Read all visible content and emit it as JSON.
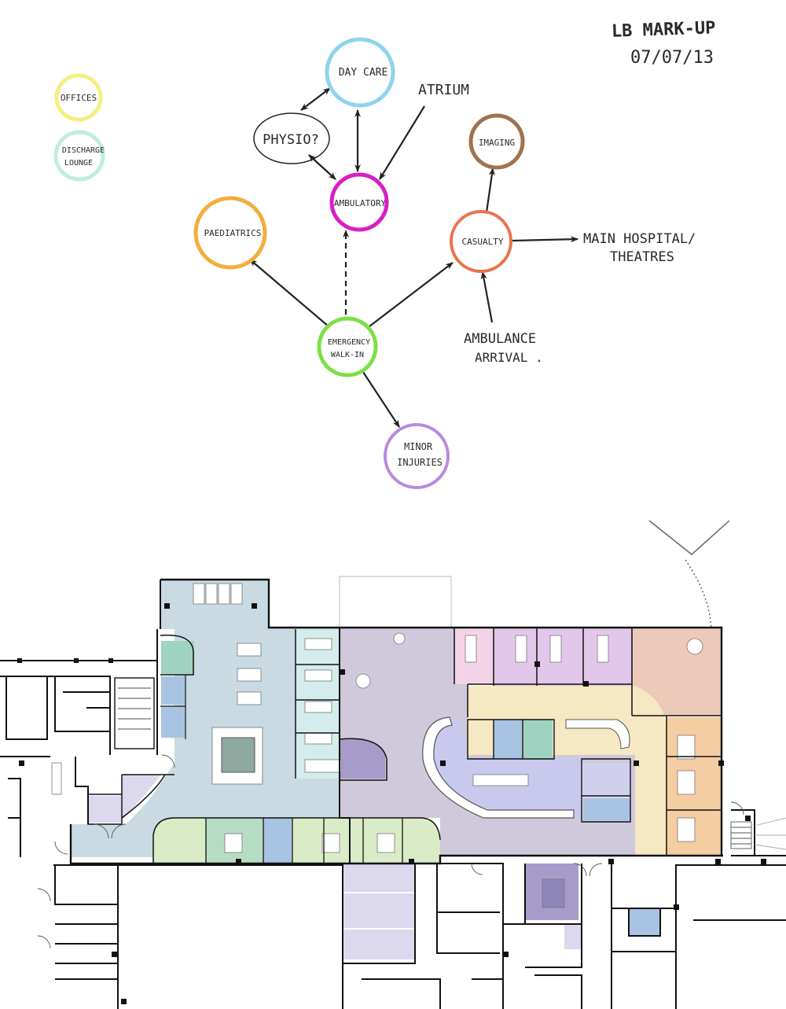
{
  "markup": {
    "title": "LB MARK-UP",
    "date": "07/07/13"
  },
  "legend": [
    {
      "id": "offices",
      "lines": [
        "OFFICES"
      ],
      "color": "#f3ef86"
    },
    {
      "id": "discharge",
      "lines": [
        "DISCHARGE",
        "LOUNGE"
      ],
      "color": "#bfeede"
    }
  ],
  "nodes": [
    {
      "id": "daycare",
      "lines": [
        "DAY CARE"
      ],
      "color": "#8fd3ef"
    },
    {
      "id": "physio",
      "lines": [
        "PHYSIO?"
      ],
      "color": "#222222"
    },
    {
      "id": "ambulatory",
      "lines": [
        "AMBULATORY"
      ],
      "color": "#d81fc4"
    },
    {
      "id": "paediatrics",
      "lines": [
        "PAEDIATRICS"
      ],
      "color": "#f2ad3c"
    },
    {
      "id": "imaging",
      "lines": [
        "IMAGING"
      ],
      "color": "#a0724f"
    },
    {
      "id": "casualty",
      "lines": [
        "CASUALTY"
      ],
      "color": "#e8744b"
    },
    {
      "id": "emergency",
      "lines": [
        "EMERGENCY",
        "WALK-IN"
      ],
      "color": "#7ce045"
    },
    {
      "id": "minor",
      "lines": [
        "MINOR",
        "INJURIES"
      ],
      "color": "#b58be0"
    }
  ],
  "annotations": [
    {
      "id": "atrium",
      "lines": [
        "ATRIUM"
      ]
    },
    {
      "id": "mainhospital",
      "lines": [
        "MAIN HOSPITAL/",
        "THEATRES"
      ]
    },
    {
      "id": "ambulance",
      "lines": [
        "AMBULANCE",
        "ARRIVAL ."
      ]
    }
  ],
  "floorplan": {
    "zone_colors": {
      "waiting": "#c9dae2",
      "ambulatory": "#cfc9db",
      "pink": "#f3d3e6",
      "lilac": "#e3c7ea",
      "peach": "#ecc9b9",
      "orange": "#f5cda3",
      "yellow": "#f6e8c2",
      "lavender": "#c9c9ee",
      "green": "#d9ecc7",
      "teal": "#9fd3c1",
      "blue": "#a9c3e2",
      "purple": "#a79cc9",
      "aqua": "#d4ecec",
      "offices": "#dcd8ee"
    }
  }
}
